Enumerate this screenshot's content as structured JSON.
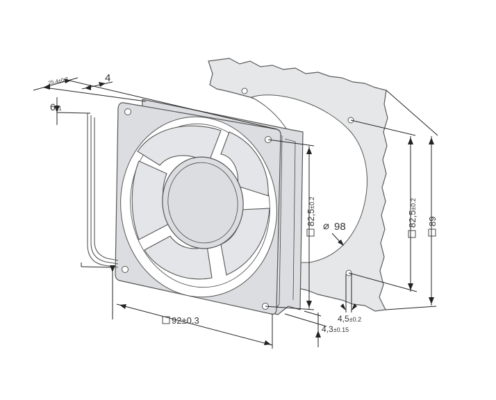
{
  "labels": {
    "depth": "25,4±0.3",
    "flange": "4",
    "lead_offset_main": "6",
    "lead_offset_tol": "±1",
    "width_main": "92",
    "width_tol": "±0.3",
    "hole_spacing_fan_main": "82,5",
    "hole_spacing_fan_tol": "±0.2",
    "diameter_symbol": "⌀",
    "cutout_diameter": "98",
    "hole_spacing_panel_main": "82,5",
    "hole_spacing_panel_tol": "±0.2",
    "panel_size": "89",
    "hole_dia_main": "4,5",
    "hole_dia_tol": "±0.2",
    "panel_hole_offset_main": "4,3",
    "panel_hole_offset_tol": "±0.15"
  },
  "colors": {
    "line": "#222222",
    "panel_fill": "#e6e7e8",
    "fan_fill": "#dcdde0",
    "background": "#ffffff"
  }
}
